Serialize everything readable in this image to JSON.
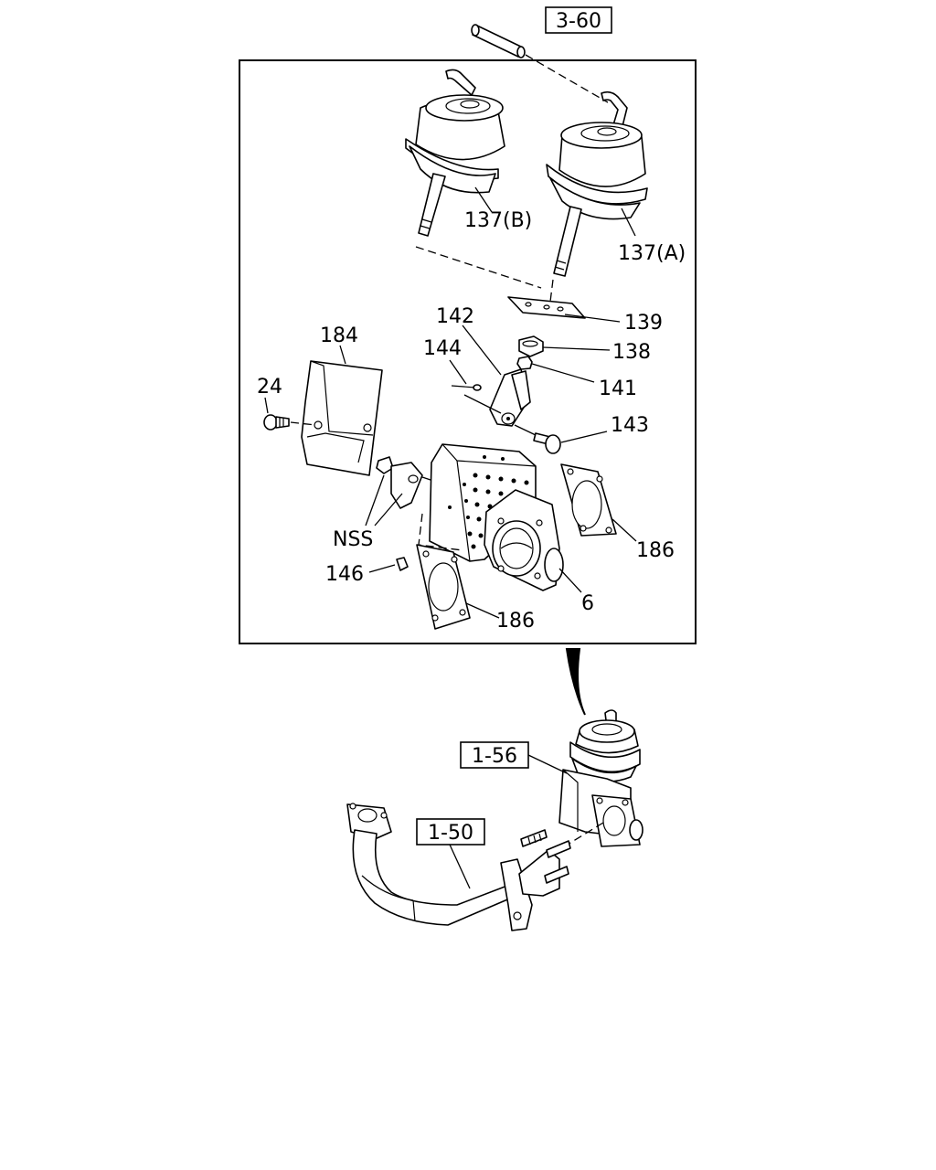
{
  "references": {
    "ref_3_60": "3-60",
    "ref_1_56": "1-56",
    "ref_1_50": "1-50"
  },
  "labels": {
    "p137b": "137(B)",
    "p137a": "137(A)",
    "p139": "139",
    "p138": "138",
    "p141": "141",
    "p142": "142",
    "p144": "144",
    "p143": "143",
    "p184": "184",
    "p24": "24",
    "nss": "NSS",
    "p146": "146",
    "p186_right": "186",
    "p186_bottom": "186",
    "p6": "6"
  }
}
